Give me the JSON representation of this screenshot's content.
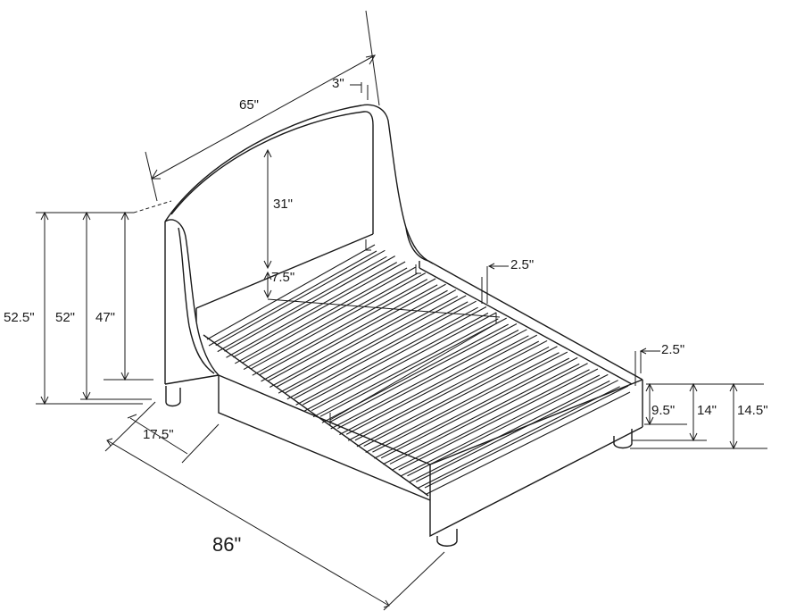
{
  "dimensions": {
    "headboard_width": "65\"",
    "headboard_thickness": "3\"",
    "headboard_panel_height": "31\"",
    "headboard_panel_offset": "7.5\"",
    "overall_height_outer": "52.5\"",
    "overall_height_mid": "52\"",
    "overall_height_inner": "47\"",
    "side_rail_thickness_top": "2.5\"",
    "side_rail_thickness_foot": "2.5\"",
    "foot_clearance": "9.5\"",
    "foot_height_mid": "14\"",
    "foot_height_outer": "14.5\"",
    "wing_depth": "17.5\"",
    "overall_length": "86\""
  }
}
